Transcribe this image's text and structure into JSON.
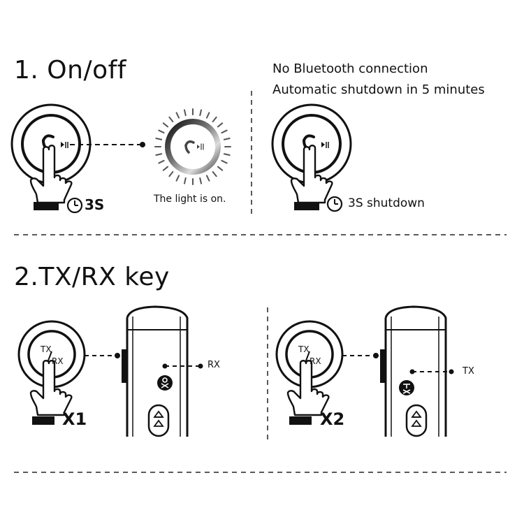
{
  "section1": {
    "title": "1. On/off",
    "note_line1": "No Bluetooth connection",
    "note_line2": "Automatic shutdown in 5 minutes",
    "timer_left": "3S",
    "light_caption": "The light is on.",
    "timer_right": "3S shutdown"
  },
  "section2": {
    "title": "2.TX/RX key",
    "key_tx": "TX",
    "key_rx": "RX",
    "press_left": "X1",
    "press_right": "X2",
    "label_rx": "RX",
    "label_tx": "TX"
  }
}
